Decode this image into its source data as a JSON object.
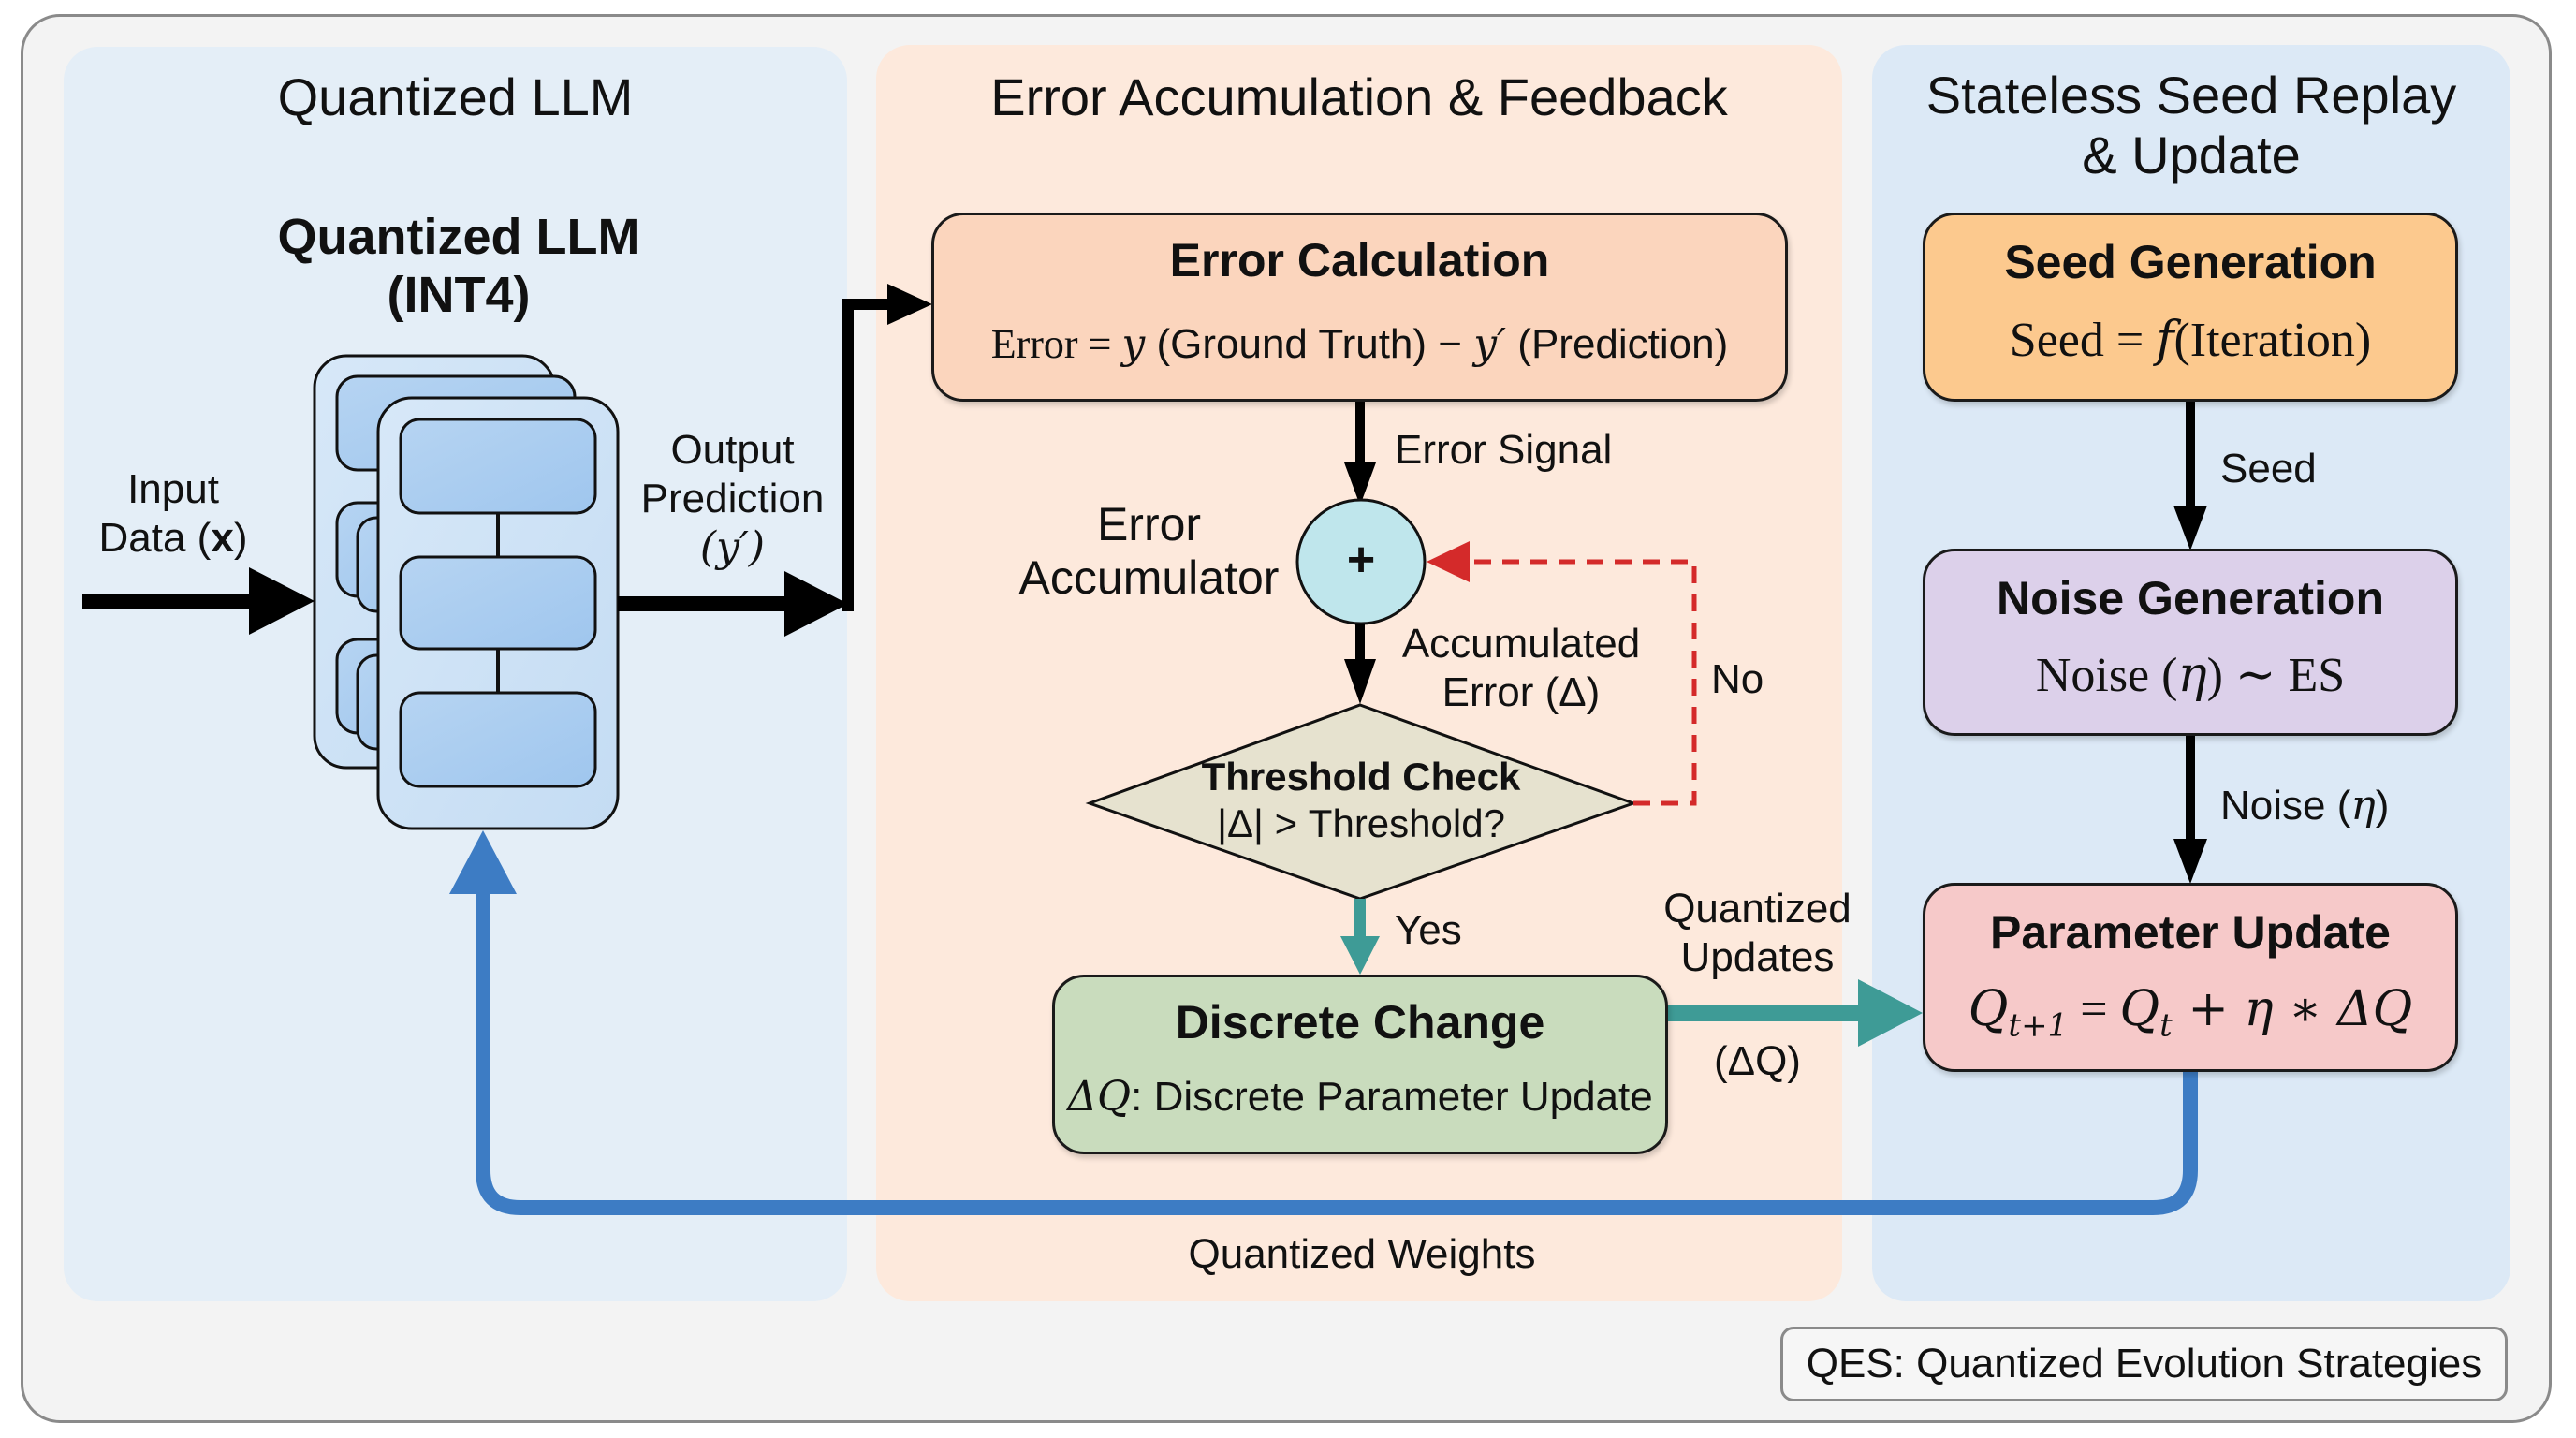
{
  "diagram": {
    "legend": "QES: Quantized Evolution Strategies",
    "colors": {
      "panel_left": "#e4eef7",
      "panel_mid": "#fde9dc",
      "panel_right": "#dce9f6",
      "error_calc_box": "#fbd5bd",
      "discrete_change_box": "#c9dcbd",
      "seed_box": "#fcc98e",
      "noise_box": "#dcd0ea",
      "param_box": "#f6c9c9",
      "accumulator_circle": "#bfe6ec",
      "threshold_diamond": "#e6e2cf",
      "llm_card": "#cfe3f6",
      "llm_block": "#a9cdf1",
      "black_arrow": "#000000",
      "teal_arrow": "#3e9b96",
      "blue_loop": "#3d7cc4",
      "red_dashed": "#d42a2a"
    },
    "panels": {
      "left": {
        "title": "Quantized LLM"
      },
      "middle": {
        "title": "Error Accumulation & Feedback"
      },
      "right": {
        "title_line1": "Stateless Seed Replay",
        "title_line2": "& Update"
      }
    },
    "llm": {
      "title_line1": "Quantized LLM",
      "title_line2": "(INT4)",
      "input_label_line1": "Input",
      "input_label_line2_prefix": "Data (",
      "input_label_var": "x",
      "input_label_line2_suffix": ")",
      "output_label_line1": "Output",
      "output_label_line2": "Prediction",
      "output_label_line3": "(y′)"
    },
    "error_calc": {
      "title": "Error Calculation",
      "formula_lhs": "Error = ",
      "formula_y": "y",
      "formula_gt": " (Ground Truth) − ",
      "formula_yp": "y′",
      "formula_pred": " (Prediction)"
    },
    "accumulator": {
      "label_line1": "Error",
      "label_line2": "Accumulator",
      "symbol": "+",
      "input_label": "Error Signal",
      "output_label_line1": "Accumulated",
      "output_label_line2": "Error (Δ)"
    },
    "threshold": {
      "title": "Threshold Check",
      "condition": "|Δ| > Threshold?",
      "no_label": "No",
      "yes_label": "Yes"
    },
    "discrete_change": {
      "title": "Discrete Change",
      "formula_var": "ΔQ",
      "formula_text": ": Discrete Parameter Update",
      "out_label_line1": "Quantized",
      "out_label_line2": "Updates",
      "out_label_line3": "(ΔQ)"
    },
    "seed_gen": {
      "title": "Seed Generation",
      "formula_a": "Seed = ",
      "formula_f": "f",
      "formula_b": "(Iteration)",
      "out_label": "Seed"
    },
    "noise_gen": {
      "title": "Noise Generation",
      "formula_a": "Noise (",
      "formula_eta": "η",
      "formula_b": ") ∼ ES",
      "out_label_prefix": "Noise (",
      "out_label_eta": "η",
      "out_label_suffix": ")"
    },
    "param_update": {
      "title": "Parameter Update",
      "formula": "Q",
      "formula_sub": "t+1",
      "formula_eq": " = ",
      "formula_q2": "Q",
      "formula_sub2": "t",
      "formula_rest": " + η ∗ ΔQ"
    },
    "feedback": {
      "label": "Quantized Weights"
    }
  }
}
